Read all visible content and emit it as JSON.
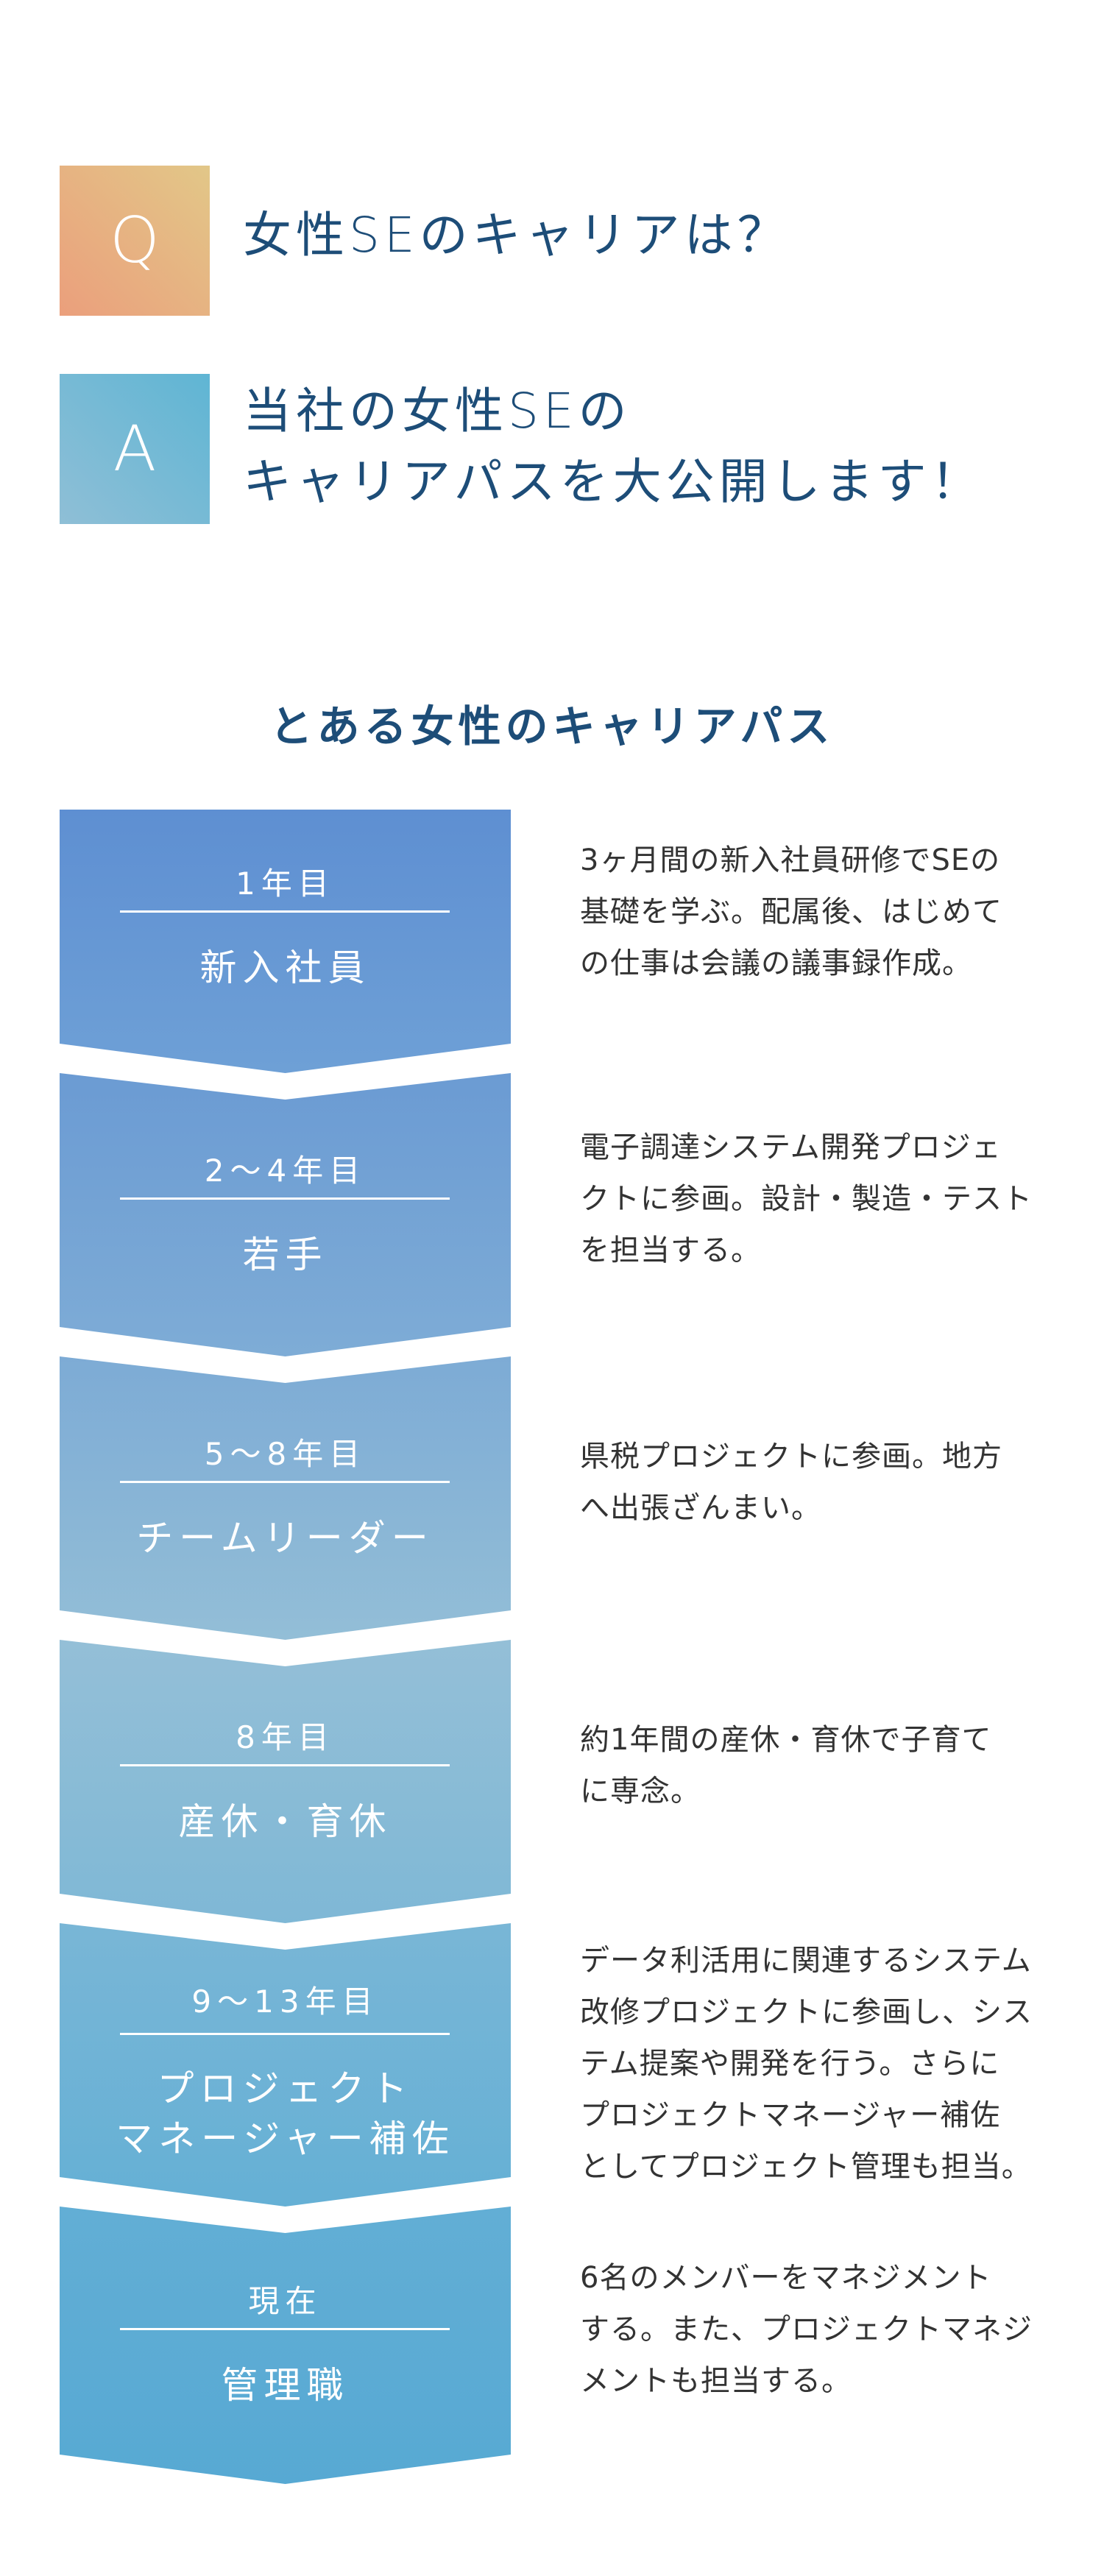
{
  "question": {
    "badge": "Q",
    "text": "女性SEのキャリアは？"
  },
  "answer": {
    "badge": "A",
    "line1": "当社の女性SEの",
    "line2": "キャリアパスを大公開します！"
  },
  "section_title": "とある女性のキャリアパス",
  "colors": {
    "heading": "#1d4d78",
    "text": "#333333",
    "stage_top": "#5e8fd2",
    "stage_bottom": "#5aa9d2"
  },
  "stages": [
    {
      "years": "1年目",
      "role": [
        "新入社員"
      ],
      "desc": [
        "3ヶ月間の新入社員研修でSEの",
        "基礎を学ぶ。配属後、はじめて",
        "の仕事は会議の議事録作成。"
      ]
    },
    {
      "years": "2～4年目",
      "role": [
        "若手"
      ],
      "desc": [
        "電子調達システム開発プロジェ",
        "クトに参画。設計・製造・テスト",
        "を担当する。"
      ]
    },
    {
      "years": "5～8年目",
      "role": [
        "チームリーダー"
      ],
      "desc": [
        "県税プロジェクトに参画。地方",
        "へ出張ざんまい。"
      ]
    },
    {
      "years": "8年目",
      "role": [
        "産休・育休"
      ],
      "desc": [
        "約1年間の産休・育休で子育て",
        "に専念。"
      ]
    },
    {
      "years": "9～13年目",
      "role": [
        "プロジェクト",
        "マネージャー補佐"
      ],
      "desc": [
        "データ利活用に関連するシステム",
        "改修プロジェクトに参画し、シス",
        "テム提案や開発を行う。さらに",
        "プロジェクトマネージャー補佐",
        "としてプロジェクト管理も担当。"
      ]
    },
    {
      "years": "現在",
      "role": [
        "管理職"
      ],
      "desc": [
        "6名のメンバーをマネジメント",
        "する。また、プロジェクトマネジ",
        "メントも担当する。"
      ]
    }
  ]
}
